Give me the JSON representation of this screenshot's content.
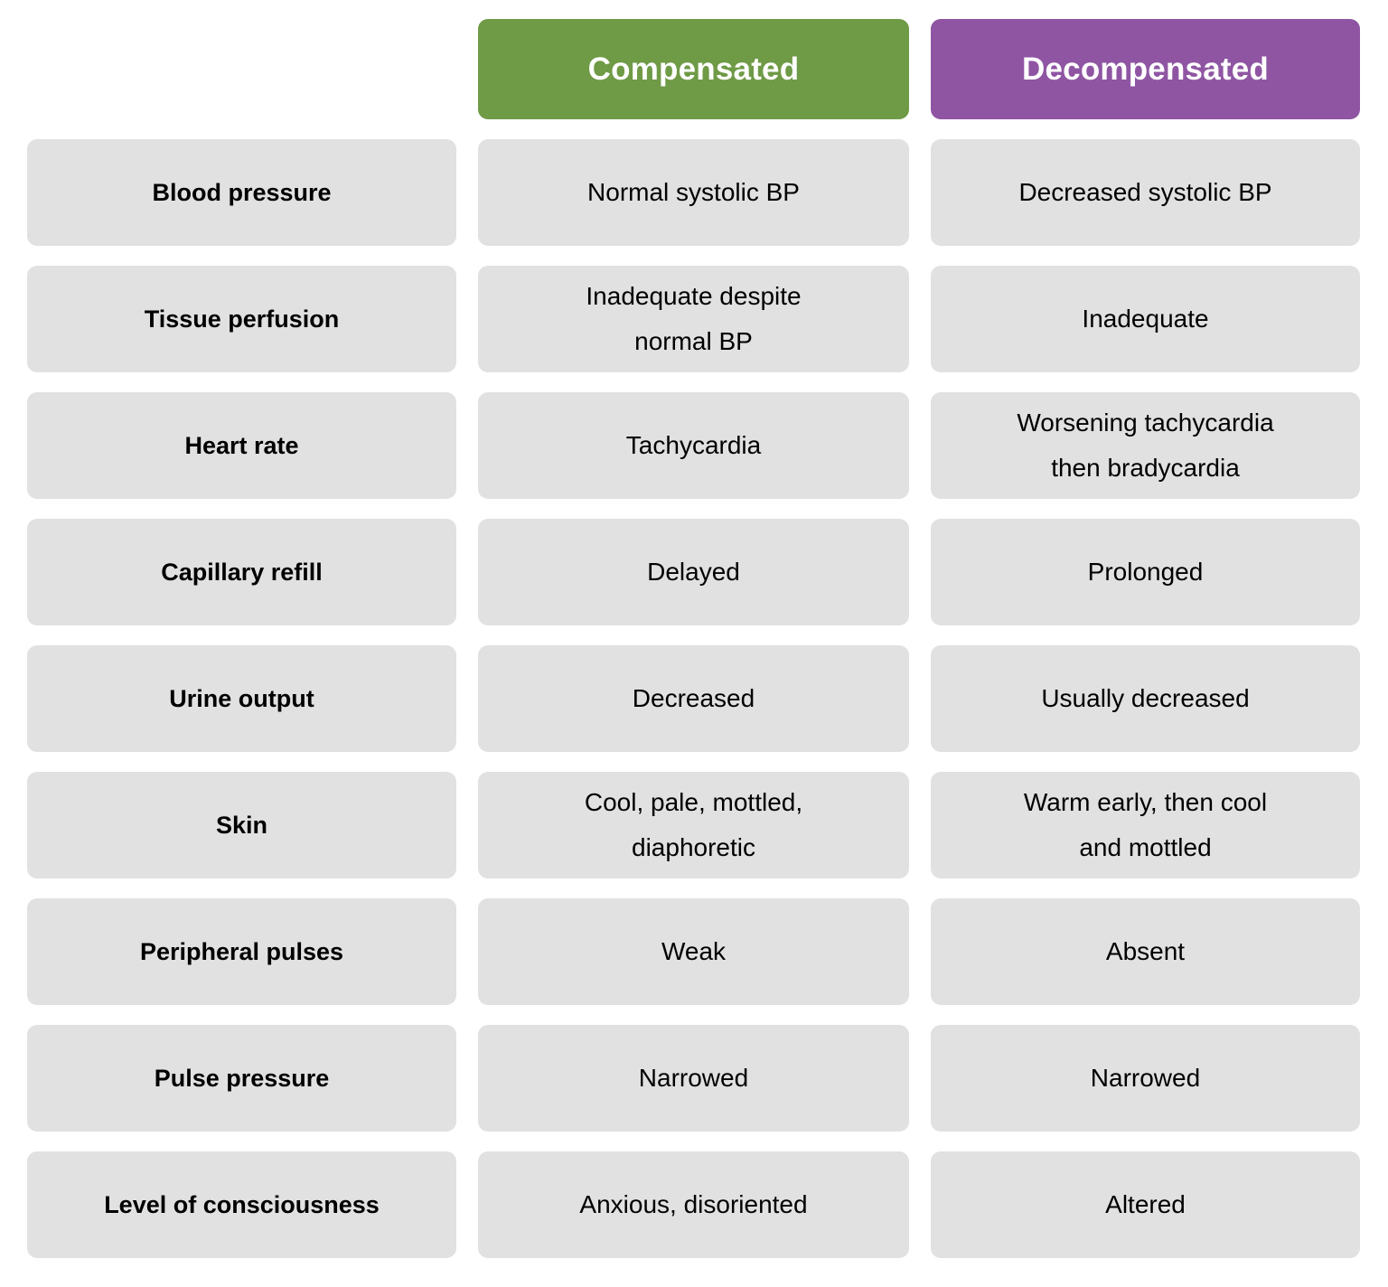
{
  "table": {
    "headers": {
      "label_column": "",
      "col1": "Compensated",
      "col2": "Decompensated"
    },
    "colors": {
      "compensated_header": "#6F9A46",
      "decompensated_header": "#8F55A3",
      "cell_background": "#E1E1E1",
      "page_background": "#FFFFFF",
      "header_text": "#FFFFFF",
      "cell_text": "#000000"
    },
    "rows": [
      {
        "label": "Blood pressure",
        "compensated": "Normal systolic BP",
        "decompensated": "Decreased systolic BP"
      },
      {
        "label": "Tissue perfusion",
        "compensated": "Inadequate despite\nnormal BP",
        "decompensated": "Inadequate"
      },
      {
        "label": "Heart rate",
        "compensated": "Tachycardia",
        "decompensated": "Worsening tachycardia\nthen bradycardia"
      },
      {
        "label": "Capillary refill",
        "compensated": "Delayed",
        "decompensated": "Prolonged"
      },
      {
        "label": "Urine output",
        "compensated": "Decreased",
        "decompensated": "Usually decreased"
      },
      {
        "label": "Skin",
        "compensated": "Cool, pale, mottled,\ndiaphoretic",
        "decompensated": "Warm early, then cool\nand mottled"
      },
      {
        "label": "Peripheral pulses",
        "compensated": "Weak",
        "decompensated": "Absent"
      },
      {
        "label": "Pulse pressure",
        "compensated": "Narrowed",
        "decompensated": "Narrowed"
      },
      {
        "label": "Level of consciousness",
        "compensated": "Anxious, disoriented",
        "decompensated": "Altered"
      }
    ]
  }
}
